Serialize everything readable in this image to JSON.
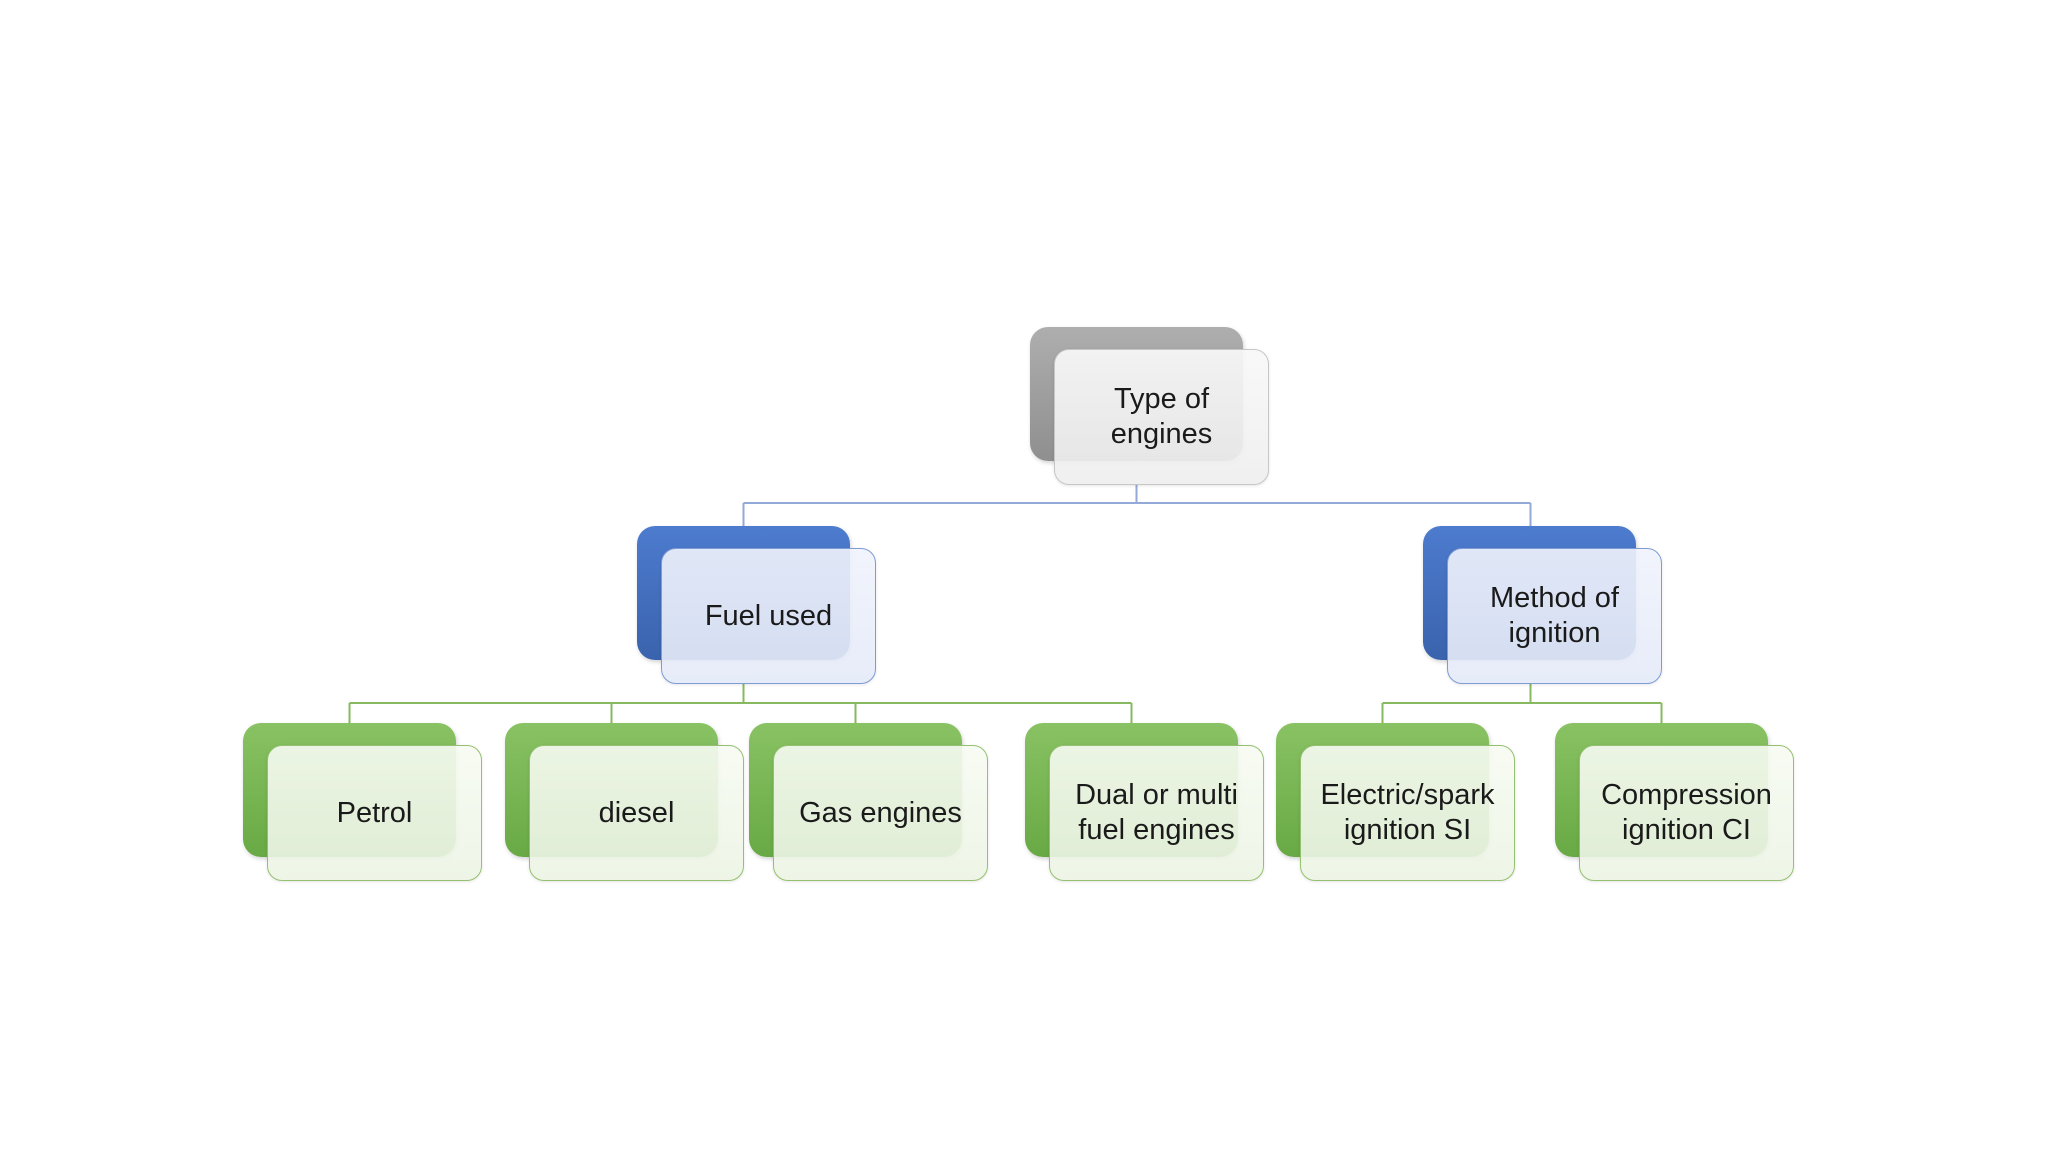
{
  "diagram": {
    "type": "hierarchy",
    "nodes": {
      "root": {
        "label": "Type of engines",
        "level": 0
      },
      "fuel": {
        "label": "Fuel used",
        "level": 1
      },
      "ignition": {
        "label": "Method of ignition",
        "level": 1
      },
      "petrol": {
        "label": "Petrol",
        "level": 2
      },
      "diesel": {
        "label": "diesel",
        "level": 2
      },
      "gas": {
        "label": "Gas engines",
        "level": 2
      },
      "dual": {
        "label": "Dual or multi fuel engines",
        "level": 2
      },
      "electric": {
        "label": "Electric/spark ignition SI",
        "level": 2
      },
      "compression": {
        "label": "Compression ignition CI",
        "level": 2
      }
    },
    "hierarchy": {
      "root": [
        "fuel",
        "ignition"
      ],
      "fuel": [
        "petrol",
        "diesel",
        "gas",
        "dual"
      ],
      "ignition": [
        "electric",
        "compression"
      ]
    }
  },
  "colors": {
    "background": "#ffffff",
    "text": "#1a1a1a",
    "root_back_top": "#aeaeae",
    "root_back_bottom": "#8f8f8f",
    "root_front": "#f4f4f4",
    "root_border": "#c6c6c6",
    "branch_back_top": "#4d7bce",
    "branch_back_bottom": "#3a63ad",
    "branch_front": "#eaeef9",
    "branch_border": "#7e9bd4",
    "leaf_back_top": "#89c263",
    "leaf_back_bottom": "#68a945",
    "leaf_front": "#f3f8ed",
    "leaf_border": "#94c170",
    "connector_blue": "#93a9d7",
    "connector_green": "#87ba60"
  }
}
